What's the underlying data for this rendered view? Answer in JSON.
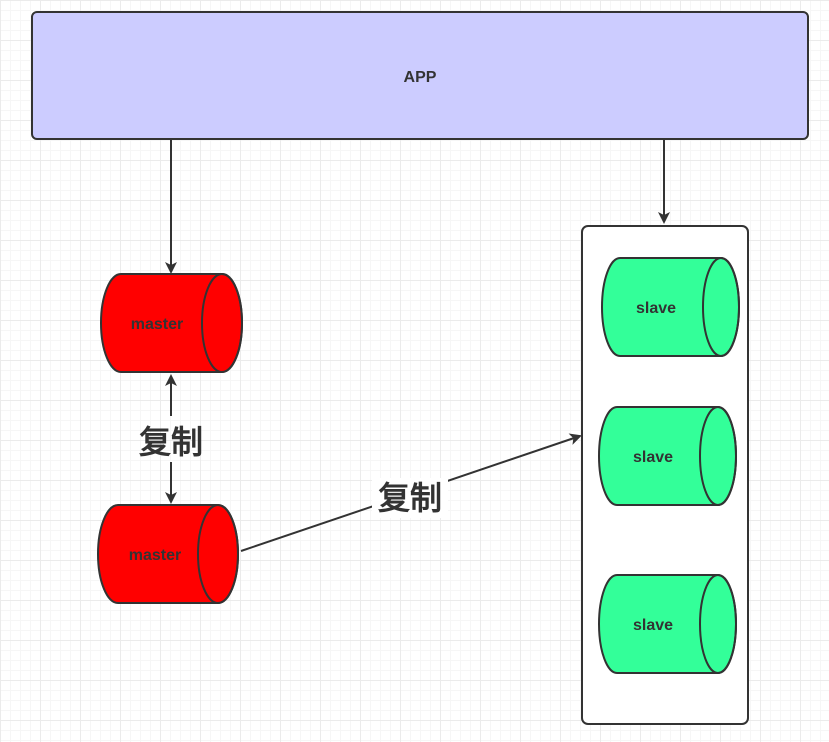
{
  "app": {
    "label": "APP",
    "fill": "#ccccff"
  },
  "master": {
    "label": "master",
    "fill": "#ff0000"
  },
  "slave": {
    "label": "slave",
    "fill": "#33ff99"
  },
  "edges": {
    "replication_label": "复制"
  }
}
